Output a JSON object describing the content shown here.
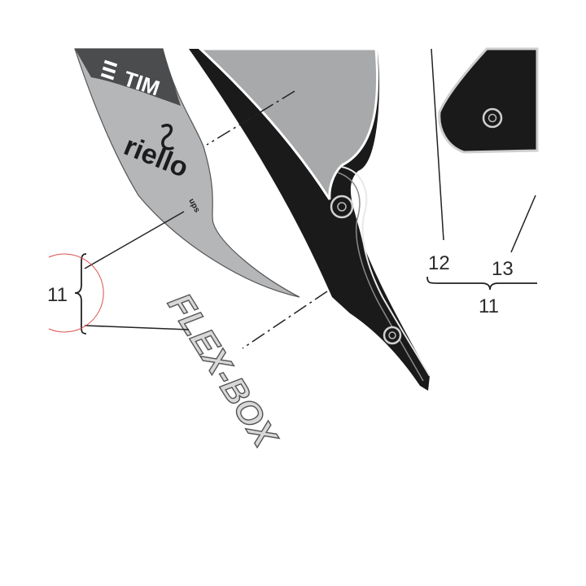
{
  "callouts": {
    "left_11": "11",
    "label_12": "12",
    "label_13": "13",
    "bottom_11": "11"
  },
  "sticker": {
    "tim": "TIM",
    "riello": "riello",
    "ups": "ups",
    "flexbox": "FLEX-BOX"
  },
  "icons": {
    "tim_logo": "tim-stripes-icon",
    "riello_logo": "riello-wave-icon"
  },
  "colors": {
    "panel_black": "#1a1a1a",
    "panel_grey": "#a7a9ab",
    "sticker_grey": "#b4b6b8",
    "line": "#222222",
    "circle": "#d9534f"
  }
}
